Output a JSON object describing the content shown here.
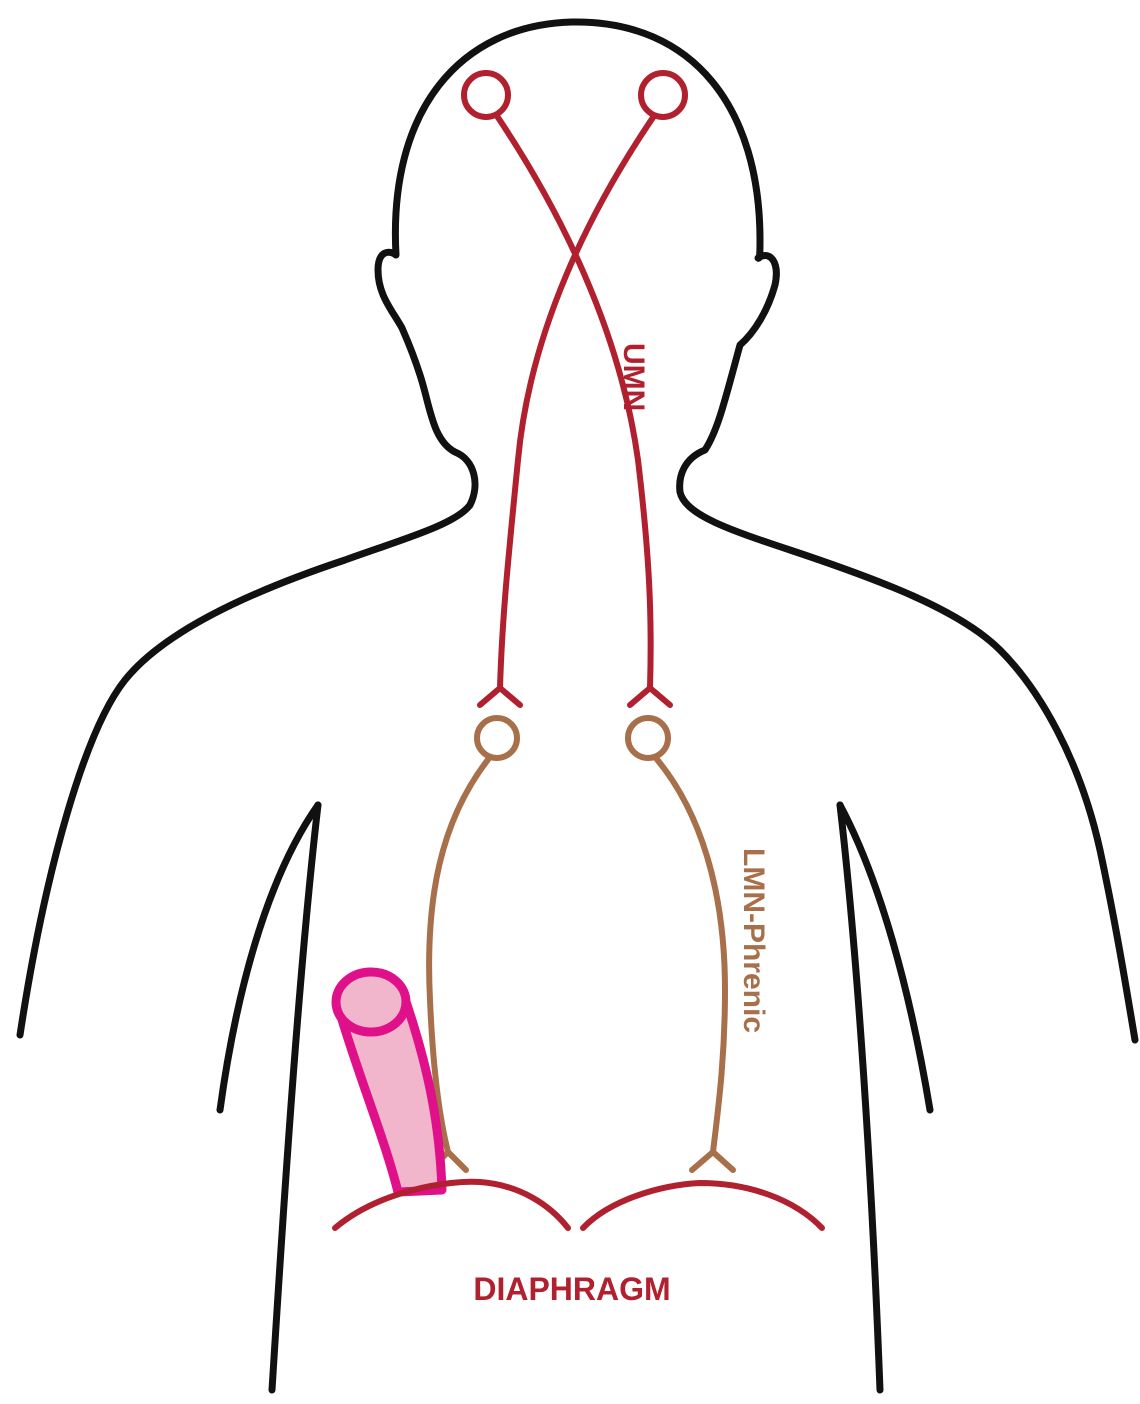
{
  "labels": {
    "umn": "UMN",
    "lmn": "LMN-Phrenic",
    "diaphragm": "DIAPHRAGM"
  },
  "colors": {
    "outline": "#111111",
    "umn": "#b0202e",
    "lmn": "#a8704a",
    "diaphragm": "#b0202e",
    "tube_stroke": "#e0108a",
    "tube_fill": "#f2b6cc"
  }
}
